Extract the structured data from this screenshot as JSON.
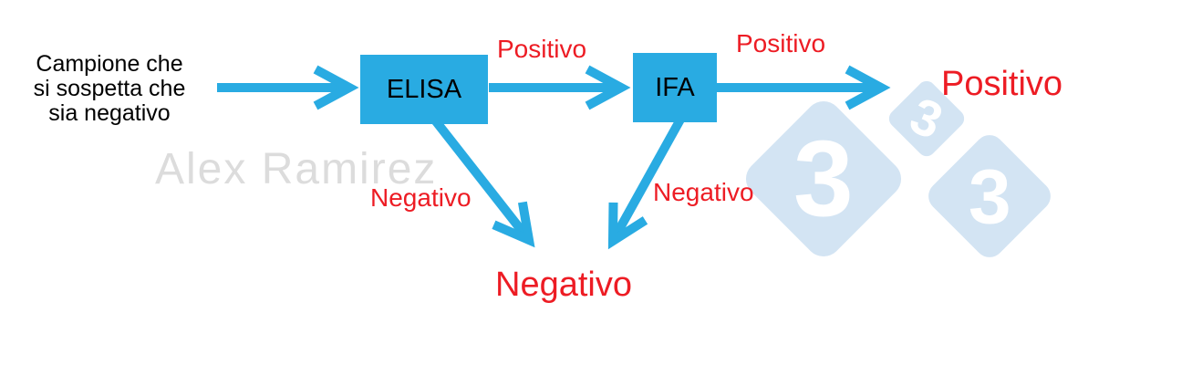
{
  "colors": {
    "accent": "#29ABE2",
    "label_red": "#ED1C24",
    "watermark_gray": "#DCDCDC",
    "logo_blue": "#D3E4F3",
    "node_text": "#000000"
  },
  "diagram": {
    "source": {
      "text": "Campione che\nsi sospetta che\nsia negativo"
    },
    "nodes": [
      {
        "id": "elisa",
        "label": "ELISA"
      },
      {
        "id": "ifa",
        "label": "IFA"
      }
    ],
    "edge_labels": {
      "elisa_to_ifa": "Positivo",
      "ifa_to_positive": "Positivo",
      "elisa_to_negative": "Negativo",
      "ifa_to_negative": "Negativo"
    },
    "outcomes": {
      "positive": "Positivo",
      "negative": "Negativo"
    }
  },
  "watermark": {
    "author": "Alex Ramirez"
  },
  "logo": {
    "badges": [
      "3",
      "3",
      "3"
    ]
  }
}
